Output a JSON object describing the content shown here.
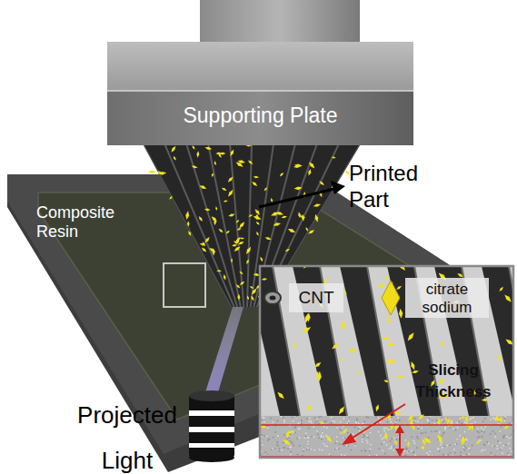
{
  "diagram": {
    "nodes": [
      {
        "text": [
          "Supporting Plate"
        ]
      },
      {
        "text": [
          "Composite Resin"
        ]
      },
      {
        "text": [
          "CNT"
        ]
      },
      {
        "text": [
          "citrate sodium"
        ]
      }
    ],
    "labels": [
      "Printed Part",
      "Projected Light",
      "Slicing Thickness"
    ]
  }
}
